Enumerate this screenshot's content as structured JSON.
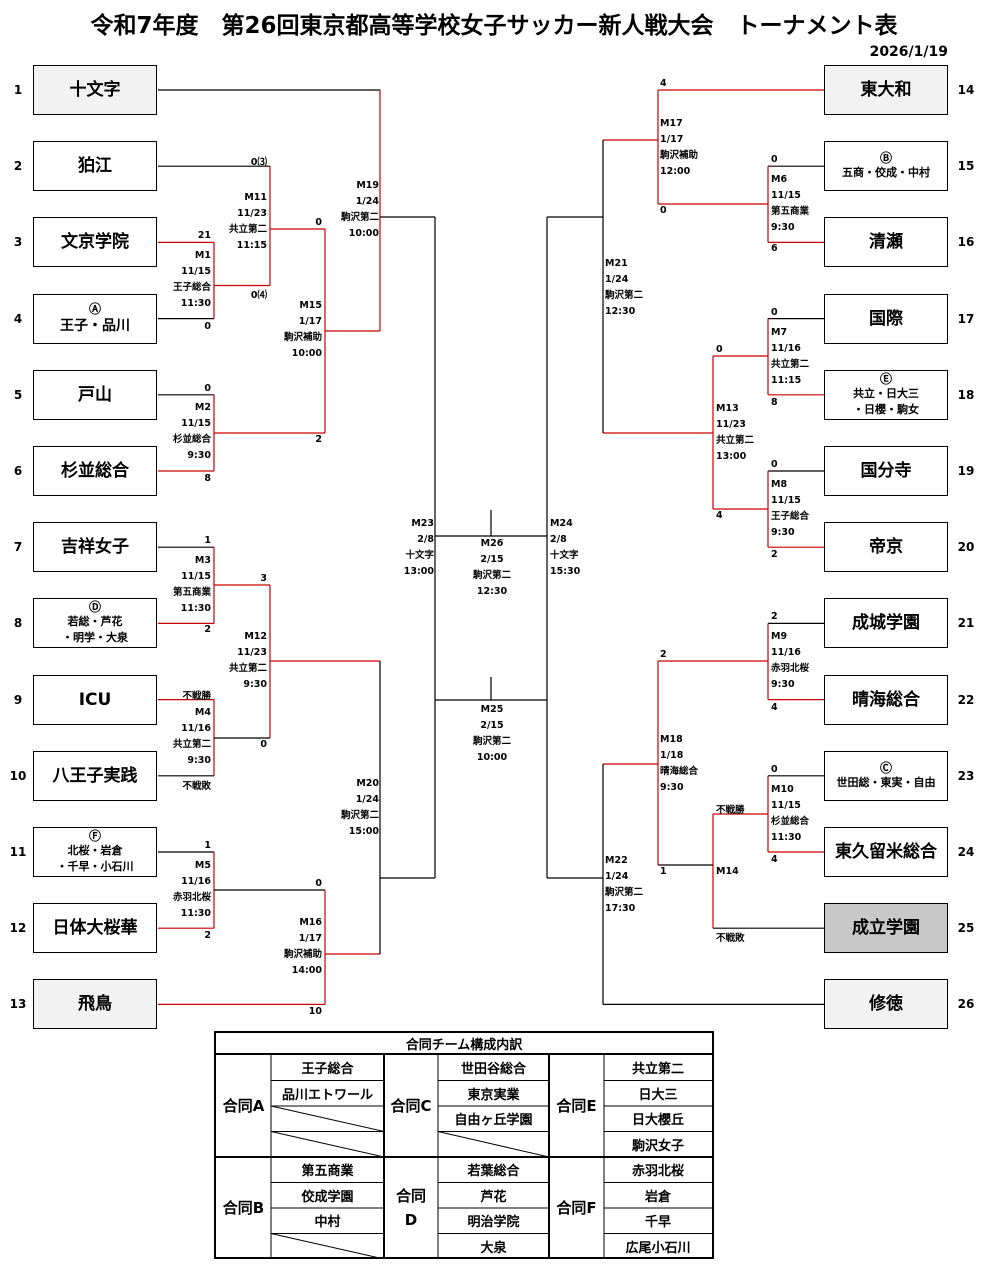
{
  "title": "令和7年度　第26回東京都高等学校女子サッカー新人戦大会　トーナメント表",
  "date": "2026/1/19",
  "teams": [
    {
      "no": "1",
      "lines": [
        "十文字"
      ]
    },
    {
      "no": "2",
      "lines": [
        "狛江"
      ]
    },
    {
      "no": "3",
      "lines": [
        "文京学院"
      ]
    },
    {
      "no": "4",
      "mark": "Ⓐ",
      "lines": [
        "王子・品川"
      ]
    },
    {
      "no": "5",
      "lines": [
        "戸山"
      ]
    },
    {
      "no": "6",
      "lines": [
        "杉並総合"
      ]
    },
    {
      "no": "7",
      "lines": [
        "吉祥女子"
      ]
    },
    {
      "no": "8",
      "mark": "Ⓓ",
      "lines": [
        "若総・芦花",
        "・明学・大泉"
      ]
    },
    {
      "no": "9",
      "lines": [
        "ICU"
      ]
    },
    {
      "no": "10",
      "lines": [
        "八王子実践"
      ]
    },
    {
      "no": "11",
      "mark": "Ⓕ",
      "lines": [
        "北桜・岩倉",
        "・千早・小石川"
      ]
    },
    {
      "no": "12",
      "lines": [
        "日体大桜華"
      ]
    },
    {
      "no": "13",
      "lines": [
        "飛鳥"
      ]
    },
    {
      "no": "14",
      "lines": [
        "東大和"
      ]
    },
    {
      "no": "15",
      "mark": "Ⓑ",
      "lines": [
        "五商・佼成・中村"
      ]
    },
    {
      "no": "16",
      "lines": [
        "清瀬"
      ]
    },
    {
      "no": "17",
      "lines": [
        "国際"
      ]
    },
    {
      "no": "18",
      "mark": "Ⓔ",
      "lines": [
        "共立・日大三",
        "・日櫻・駒女"
      ]
    },
    {
      "no": "19",
      "lines": [
        "国分寺"
      ]
    },
    {
      "no": "20",
      "lines": [
        "帝京"
      ]
    },
    {
      "no": "21",
      "lines": [
        "成城学園"
      ]
    },
    {
      "no": "22",
      "lines": [
        "晴海総合"
      ]
    },
    {
      "no": "23",
      "mark": "Ⓒ",
      "lines": [
        "世田総・東実・自由"
      ]
    },
    {
      "no": "24",
      "lines": [
        "東久留米総合"
      ]
    },
    {
      "no": "25",
      "lines": [
        "成立学園"
      ]
    },
    {
      "no": "26",
      "lines": [
        "修徳"
      ]
    }
  ],
  "matches": {
    "M1": {
      "lines": [
        "M1",
        "11/15",
        "王子総合",
        "11:30"
      ]
    },
    "M2": {
      "lines": [
        "M2",
        "11/15",
        "杉並総合",
        "9:30"
      ]
    },
    "M3": {
      "lines": [
        "M3",
        "11/15",
        "第五商業",
        "11:30"
      ]
    },
    "M4": {
      "lines": [
        "M4",
        "11/16",
        "共立第二",
        "9:30"
      ]
    },
    "M5": {
      "lines": [
        "M5",
        "11/16",
        "赤羽北桜",
        "11:30"
      ]
    },
    "M11": {
      "lines": [
        "M11",
        "11/23",
        "共立第二",
        "11:15"
      ]
    },
    "M12": {
      "lines": [
        "M12",
        "11/23",
        "共立第二",
        "9:30"
      ]
    },
    "M15": {
      "lines": [
        "M15",
        "1/17",
        "駒沢補助",
        "10:00"
      ]
    },
    "M16": {
      "lines": [
        "M16",
        "1/17",
        "駒沢補助",
        "14:00"
      ]
    },
    "M19": {
      "lines": [
        "M19",
        "1/24",
        "駒沢第二",
        "10:00"
      ]
    },
    "M20": {
      "lines": [
        "M20",
        "1/24",
        "駒沢第二",
        "15:00"
      ]
    },
    "M23": {
      "lines": [
        "M23",
        "2/8",
        "十文字",
        "13:00"
      ]
    },
    "M26": {
      "lines": [
        "M26",
        "2/15",
        "駒沢第二",
        "12:30"
      ]
    },
    "M25": {
      "lines": [
        "M25",
        "2/15",
        "駒沢第二",
        "10:00"
      ]
    },
    "M24": {
      "lines": [
        "M24",
        "2/8",
        "十文字",
        "15:30"
      ]
    },
    "M21": {
      "lines": [
        "M21",
        "1/24",
        "駒沢第二",
        "12:30"
      ]
    },
    "M22": {
      "lines": [
        "M22",
        "1/24",
        "駒沢第二",
        "17:30"
      ]
    },
    "M17": {
      "lines": [
        "M17",
        "1/17",
        "駒沢補助",
        "12:00"
      ]
    },
    "M18": {
      "lines": [
        "M18",
        "1/18",
        "晴海総合",
        "9:30"
      ]
    },
    "M13": {
      "lines": [
        "M13",
        "11/23",
        "共立第二",
        "13:00"
      ]
    },
    "M14": {
      "lines": [
        "M14"
      ]
    },
    "M6": {
      "lines": [
        "M6",
        "11/15",
        "第五商業",
        "9:30"
      ]
    },
    "M7": {
      "lines": [
        "M7",
        "11/16",
        "共立第二",
        "11:15"
      ]
    },
    "M8": {
      "lines": [
        "M8",
        "11/15",
        "王子総合",
        "9:30"
      ]
    },
    "M9": {
      "lines": [
        "M9",
        "11/16",
        "赤羽北桜",
        "9:30"
      ]
    },
    "M10": {
      "lines": [
        "M10",
        "11/15",
        "杉並総合",
        "11:30"
      ]
    }
  },
  "scores": {
    "m11_top": "0⑶",
    "m11_bot": "0⑷",
    "m1_top": "21",
    "m1_bot": "0",
    "m2_top": "0",
    "m2_bot": "8",
    "m15_top": "0",
    "m15_bot": "2",
    "m3_top": "1",
    "m3_bot": "2",
    "m12_top": "3",
    "m12_bot": "0",
    "m4_top": "不戦勝",
    "m4_bot": "不戦敗",
    "m5_top": "1",
    "m5_bot": "2",
    "m16_top": "0",
    "m16_bot": "10",
    "m17_top": "4",
    "m17_bot": "0",
    "m6_top": "0",
    "m6_bot": "6",
    "m13_top": "0",
    "m13_bot": "4",
    "m7_top": "0",
    "m7_bot": "8",
    "m8_top": "0",
    "m8_bot": "2",
    "m18_top": "2",
    "m18_bot": "1",
    "m9_top": "2",
    "m9_bot": "4",
    "m10_top": "0",
    "m10_bot": "4",
    "m14_top": "不戦勝",
    "m14_bot": "不戦敗"
  },
  "legend": {
    "header": "合同チーム構成内訳",
    "groups": [
      {
        "label": "合同A",
        "members": [
          "王子総合",
          "品川エトワール",
          "",
          ""
        ]
      },
      {
        "label": "合同C",
        "members": [
          "世田谷総合",
          "東京実業",
          "自由ヶ丘学園",
          ""
        ]
      },
      {
        "label": "合同E",
        "members": [
          "共立第二",
          "日大三",
          "日大櫻丘",
          "駒沢女子"
        ]
      },
      {
        "label": "合同B",
        "members": [
          "第五商業",
          "佼成学園",
          "中村",
          ""
        ]
      },
      {
        "label": "合同\nD",
        "members": [
          "若葉総合",
          "芦花",
          "明治学院",
          "大泉"
        ]
      },
      {
        "label": "合同F",
        "members": [
          "赤羽北桜",
          "岩倉",
          "千早",
          "広尾小石川"
        ]
      }
    ]
  },
  "colors": {
    "win_line": "#cc0000",
    "line": "#000000",
    "seed_fill": "#f2f2f2",
    "dark_fill": "#c8c8c8"
  }
}
